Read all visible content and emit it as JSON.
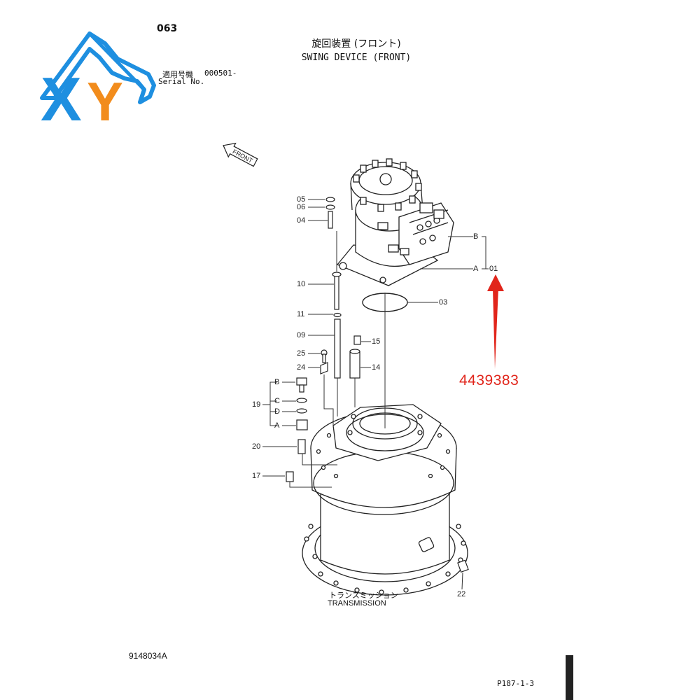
{
  "header": {
    "page_number": "063",
    "title_jp": "旋回装置 (フロント)",
    "title_en": "SWING DEVICE (FRONT)",
    "serial_label_jp": "適用号機",
    "serial_label_en": "Serial No.",
    "serial_number": "000501-"
  },
  "logo": {
    "text_x": "X",
    "text_y": "Y",
    "color_x": "#1e8fe0",
    "color_y": "#f28c1c"
  },
  "direction_arrow": {
    "label": "FRONT"
  },
  "parts": [
    {
      "id": "05"
    },
    {
      "id": "06"
    },
    {
      "id": "04"
    },
    {
      "id": "10"
    },
    {
      "id": "11"
    },
    {
      "id": "09"
    },
    {
      "id": "25"
    },
    {
      "id": "24"
    },
    {
      "id": "15"
    },
    {
      "id": "14"
    },
    {
      "id": "01"
    },
    {
      "id": "03"
    },
    {
      "id": "19"
    },
    {
      "id": "20"
    },
    {
      "id": "17"
    },
    {
      "id": "22"
    }
  ],
  "subparts": {
    "a": "A",
    "b": "B",
    "c": "C",
    "d": "D"
  },
  "callout": {
    "number": "4439383",
    "color": "#e1251b"
  },
  "assembly": {
    "label_jp": "トランスミッション",
    "label_en": "TRANSMISSION"
  },
  "footer": {
    "drawing_number": "9148034A",
    "page_ref": "P187-1-3"
  }
}
